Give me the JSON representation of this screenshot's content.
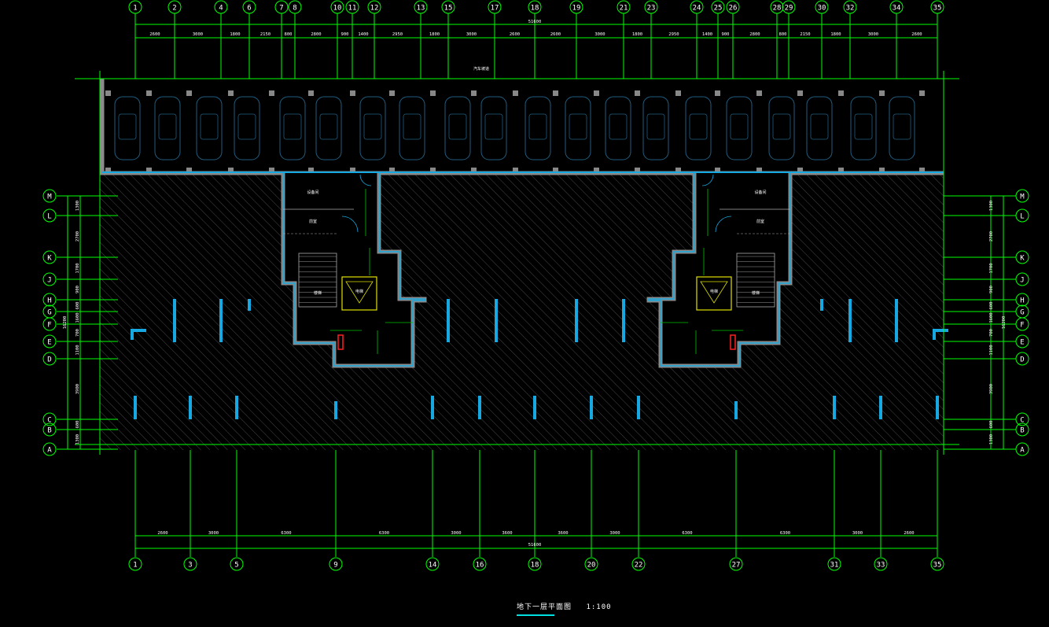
{
  "drawing": {
    "title": "地下一层平面图",
    "scale": "1:100",
    "overall_width": "51600",
    "overall_depth": "16200",
    "north_note": "汽车坡道",
    "colors": {
      "axis": "#00ff00",
      "wall": "#8a8a8a",
      "wall_edge": "#16a8e0",
      "hatch": "#5a5a5a",
      "car": "#1f5d80",
      "room_label": "#c040c0",
      "text": "#ffffff"
    }
  },
  "top_axes": {
    "labels": [
      "1",
      "2",
      "4",
      "6",
      "7",
      "8",
      "10",
      "11",
      "12",
      "13",
      "15",
      "17",
      "18",
      "19",
      "21",
      "23",
      "24",
      "25",
      "26",
      "28",
      "29",
      "30",
      "32",
      "34",
      "35"
    ],
    "dims": [
      "2600",
      "3000",
      "1800",
      "2150",
      "800",
      "2800",
      "900",
      "1400",
      "2950",
      "1800",
      "3000",
      "2600",
      "2600",
      "3000",
      "1800",
      "2950",
      "1400",
      "900",
      "2800",
      "800",
      "2150",
      "1800",
      "3000",
      "2600"
    ]
  },
  "bottom_axes": {
    "labels": [
      "1",
      "3",
      "5",
      "9",
      "14",
      "16",
      "18",
      "20",
      "22",
      "27",
      "31",
      "33",
      "35"
    ],
    "dims": [
      "2600",
      "3000",
      "6300",
      "6300",
      "3000",
      "3600",
      "3600",
      "3000",
      "6300",
      "6300",
      "3000",
      "2600"
    ]
  },
  "row_axes": {
    "labels": [
      "M",
      "L",
      "K",
      "J",
      "H",
      "G",
      "F",
      "E",
      "D",
      "C",
      "B",
      "A"
    ],
    "dims": [
      "1300",
      "2700",
      "1700",
      "900",
      "600",
      "1600",
      "700",
      "1100",
      "3900",
      "600",
      "1300"
    ]
  },
  "cores": [
    {
      "rooms": [
        "设备间",
        "前室",
        "楼梯",
        "电梯"
      ]
    },
    {
      "rooms": [
        "设备间",
        "前室",
        "楼梯",
        "电梯"
      ]
    }
  ]
}
